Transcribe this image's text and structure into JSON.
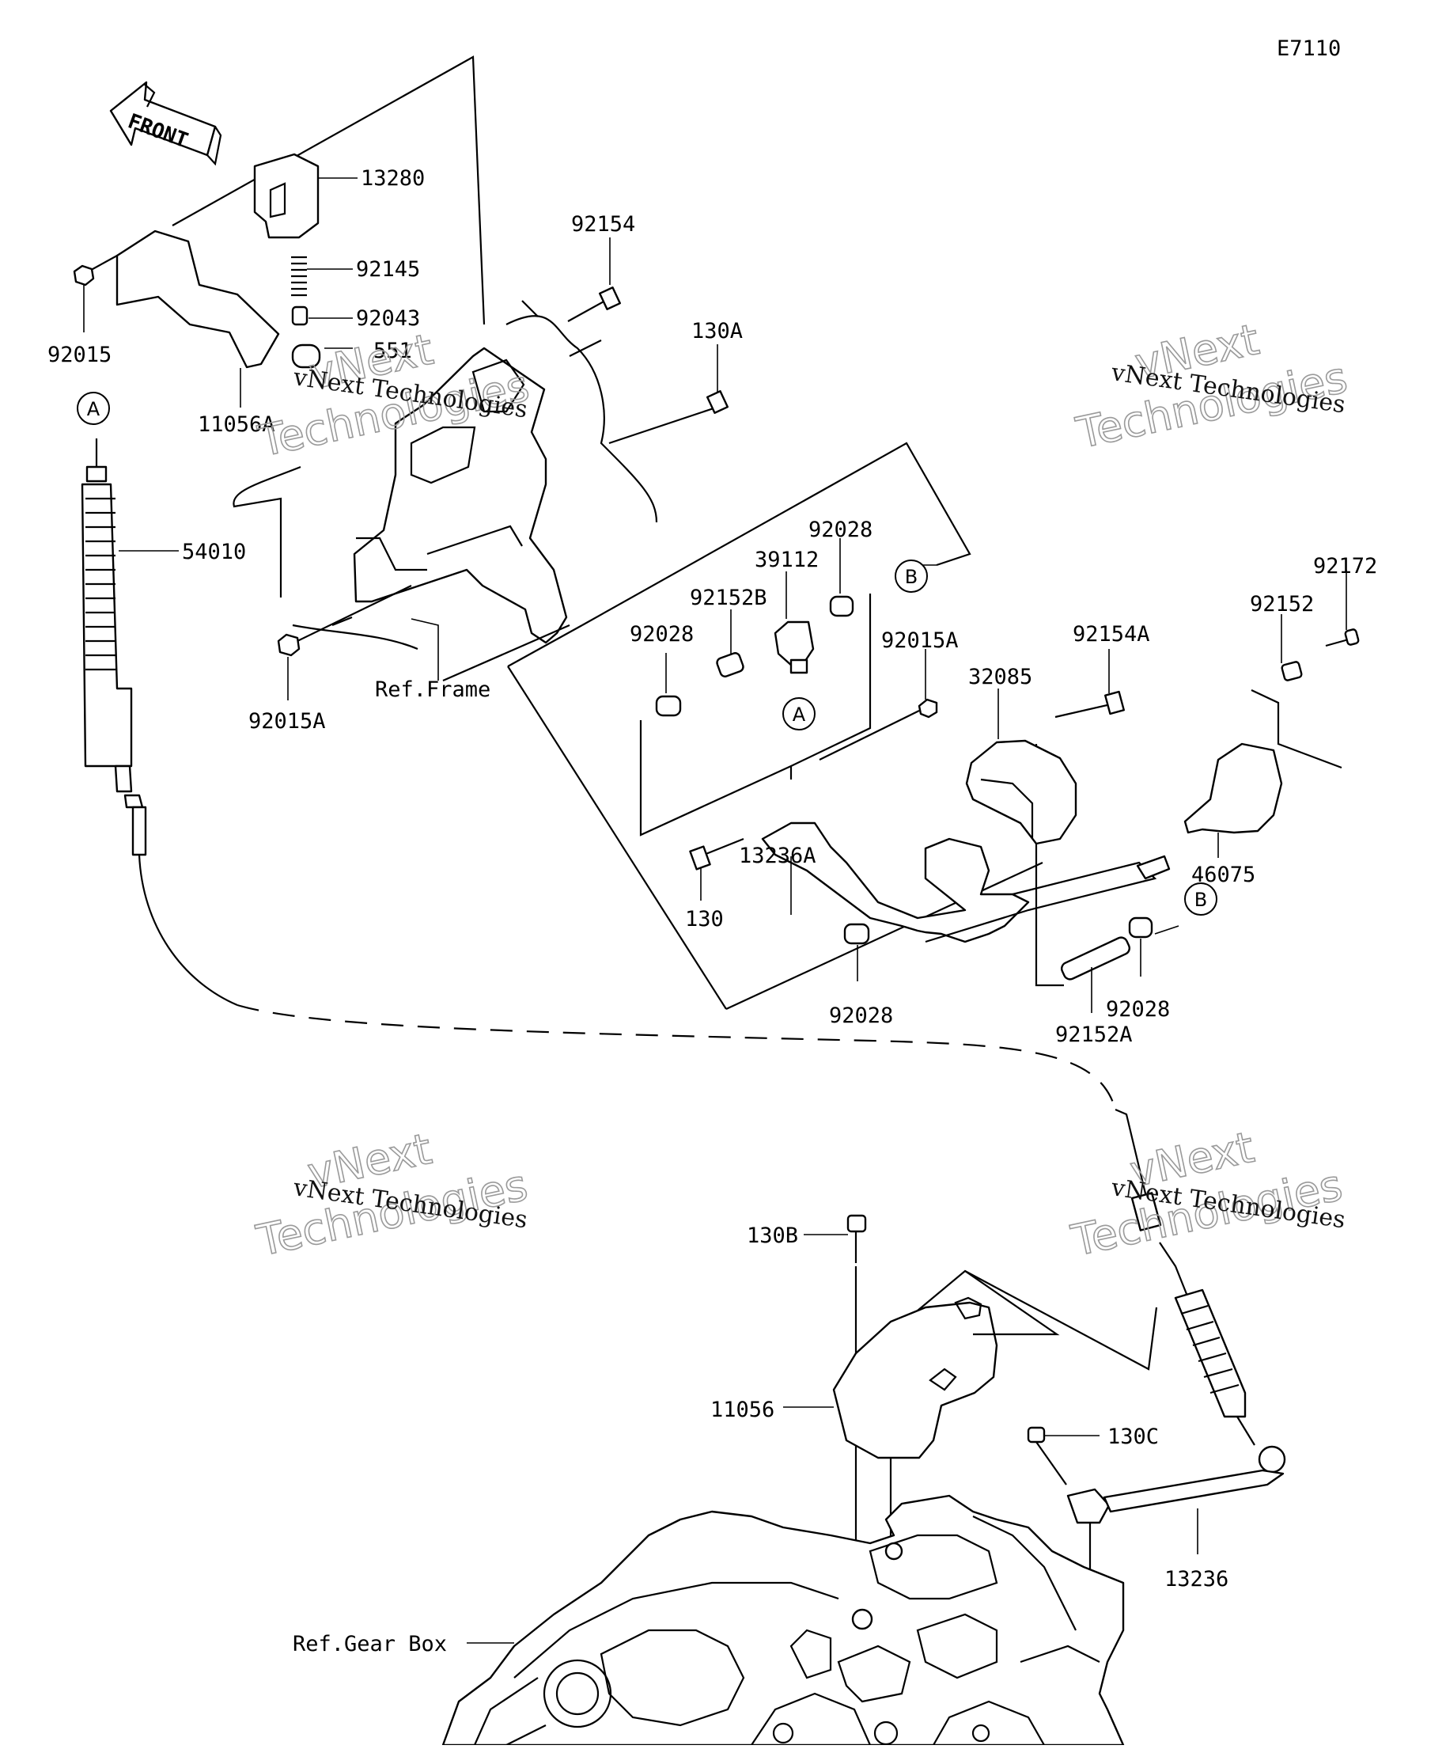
{
  "diagram_code": "E7110",
  "direction_arrow": "FRONT",
  "part_labels": {
    "p13280": "13280",
    "p92145": "92145",
    "p92043": "92043",
    "p551": "551",
    "p92015": "92015",
    "p11056A": "11056A",
    "p92154": "92154",
    "p130A": "130A",
    "p54010": "54010",
    "p92015A_left": "92015A",
    "ref_frame": "Ref.Frame",
    "p92028_top": "92028",
    "p39112": "39112",
    "p92152B": "92152B",
    "p92028_left": "92028",
    "p92015A_mid": "92015A",
    "p92154A": "92154A",
    "p32085": "32085",
    "p92152": "92152",
    "p92172": "92172",
    "p46075": "46075",
    "p130": "130",
    "p13236A": "13236A",
    "p92028_bottom": "92028",
    "p92152A": "92152A",
    "p92028_right": "92028",
    "p130B": "130B",
    "p11056": "11056",
    "p130C": "130C",
    "p13236": "13236",
    "ref_gear_box": "Ref.Gear Box"
  },
  "callouts": {
    "a_top": "A",
    "a_mid": "A",
    "b_top": "B",
    "b_bottom": "B"
  },
  "watermark": {
    "company": "vNext Technologies",
    "line1": "vNext",
    "line2": "Technologies"
  }
}
